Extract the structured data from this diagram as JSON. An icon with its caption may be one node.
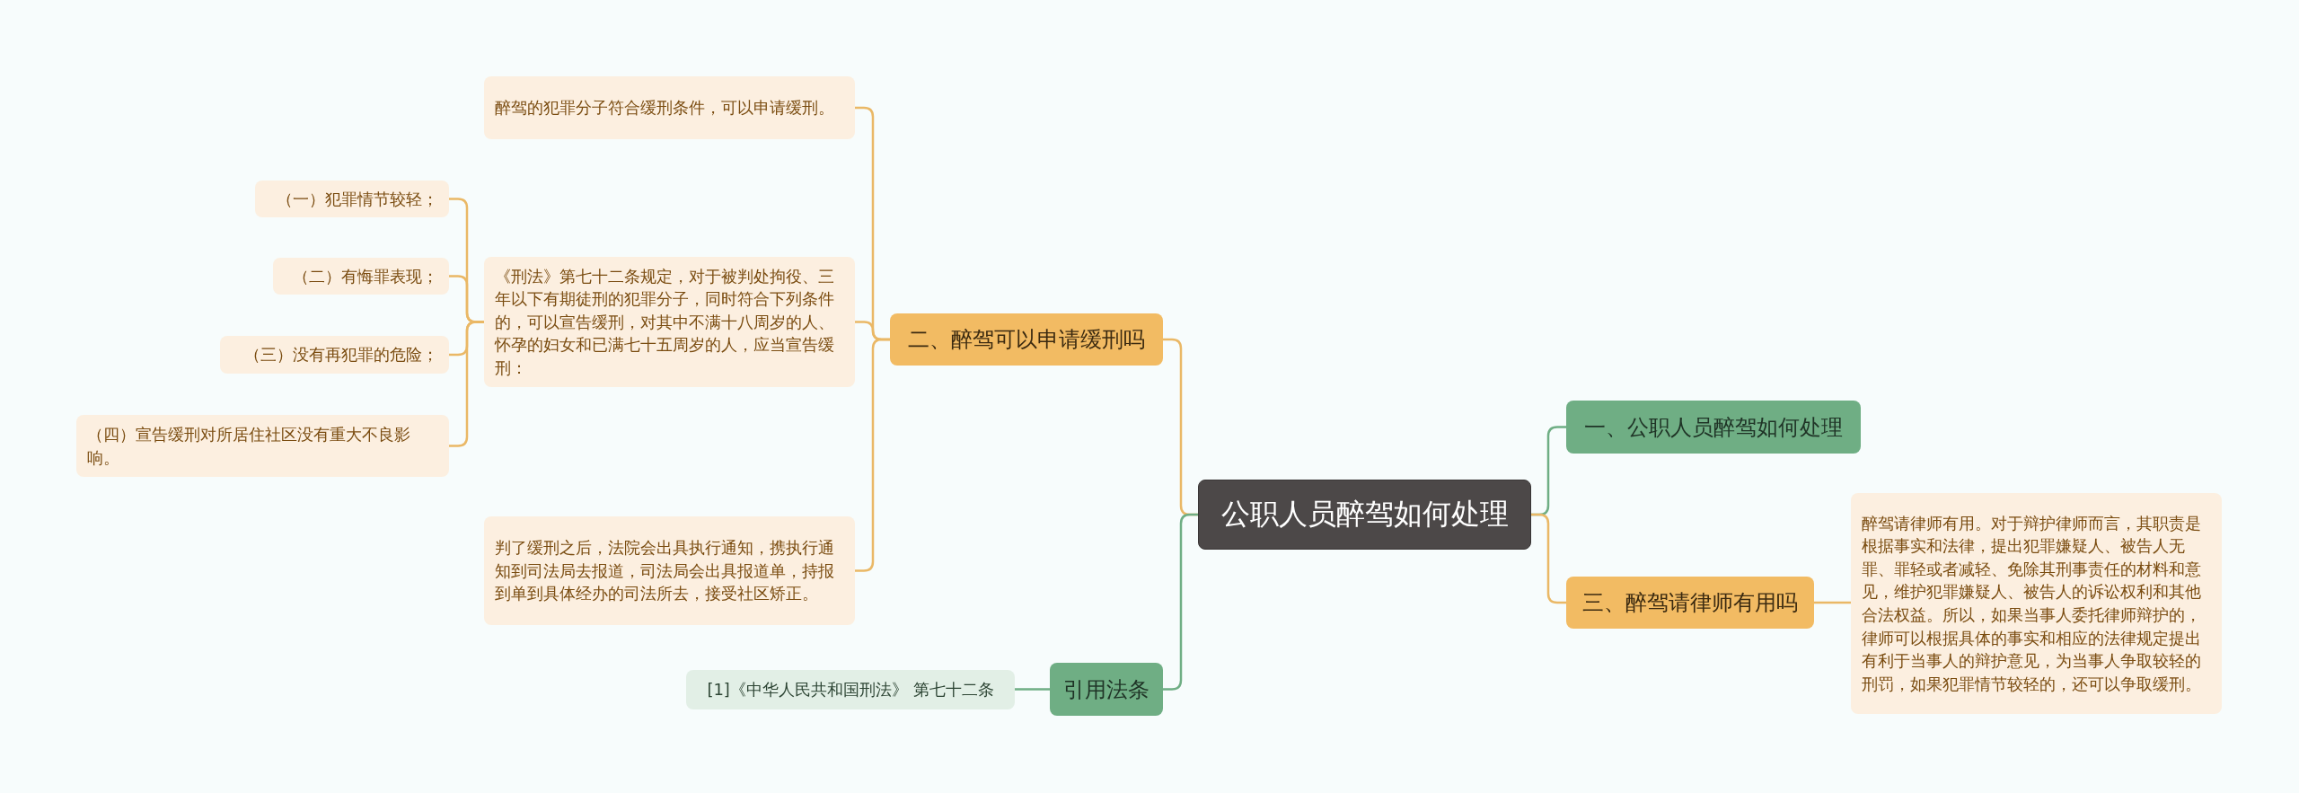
{
  "diagram": {
    "nodes": [
      {
        "text": [
          "公职人员醉驾如何处理"
        ]
      },
      {
        "text": [
          "二、醉驾可以申请缓刑吗"
        ]
      },
      {
        "text": [
          "醉驾的犯罪分子符合缓刑条件，可以申请缓刑。"
        ]
      },
      {
        "text": [
          "《刑法》第七十二条规定，对于被判处拘役、三年以下有期徒刑的犯罪分子，同时符合下列条件的，可以宣告缓刑，对其中不满十八周岁的人、怀孕的妇女和已满七十五周岁的人，应当宣告缓刑："
        ]
      },
      {
        "text": [
          "（一）犯罪情节较轻；"
        ]
      },
      {
        "text": [
          "（二）有悔罪表现；"
        ]
      },
      {
        "text": [
          "（三）没有再犯罪的危险；"
        ]
      },
      {
        "text": [
          "（四）宣告缓刑对所居住社区没有重大不良影响。"
        ]
      },
      {
        "text": [
          "判了缓刑之后，法院会出具执行通知，携执行通知到司法局去报道，司法局会出具报道单，持报到单到具体经办的司法所去，接受社区矫正。"
        ]
      },
      {
        "text": [
          "引用法条"
        ]
      },
      {
        "text": [
          "[1]《中华人民共和国刑法》 第七十二条"
        ]
      },
      {
        "text": [
          "一、公职人员醉驾如何处理"
        ]
      },
      {
        "text": [
          "三、醉驾请律师有用吗"
        ]
      },
      {
        "text": [
          "醉驾请律师有用。对于辩护律师而言，其职责是根据事实和法律，提出犯罪嫌疑人、被告人无罪、罪轻或者减轻、免除其刑事责任的材料和意见，维护犯罪嫌疑人、被告人的诉讼权利和其他合法权益。所以，如果当事人委托律师辩护的，律师可以根据具体的事实和相应的法律规定提出有利于当事人的辩护意见，为当事人争取较轻的刑罚，如果犯罪情节较轻的，还可以争取缓刑。"
        ]
      }
    ],
    "edges": [
      {
        "from": 0,
        "to": 1,
        "arrow": "none"
      },
      {
        "from": 1,
        "to": 2,
        "arrow": "none"
      },
      {
        "from": 1,
        "to": 3,
        "arrow": "none"
      },
      {
        "from": 3,
        "to": 4,
        "arrow": "none"
      },
      {
        "from": 3,
        "to": 5,
        "arrow": "none"
      },
      {
        "from": 3,
        "to": 6,
        "arrow": "none"
      },
      {
        "from": 3,
        "to": 7,
        "arrow": "none"
      },
      {
        "from": 1,
        "to": 8,
        "arrow": "none"
      },
      {
        "from": 0,
        "to": 9,
        "arrow": "none",
        "color": "#6fae84"
      },
      {
        "from": 9,
        "to": 10,
        "arrow": "none",
        "color": "#6fae84"
      },
      {
        "from": 0,
        "to": 11,
        "arrow": "none",
        "color": "#6fae84"
      },
      {
        "from": 0,
        "to": 12,
        "arrow": "none"
      },
      {
        "from": 12,
        "to": 13,
        "arrow": "none"
      }
    ]
  }
}
